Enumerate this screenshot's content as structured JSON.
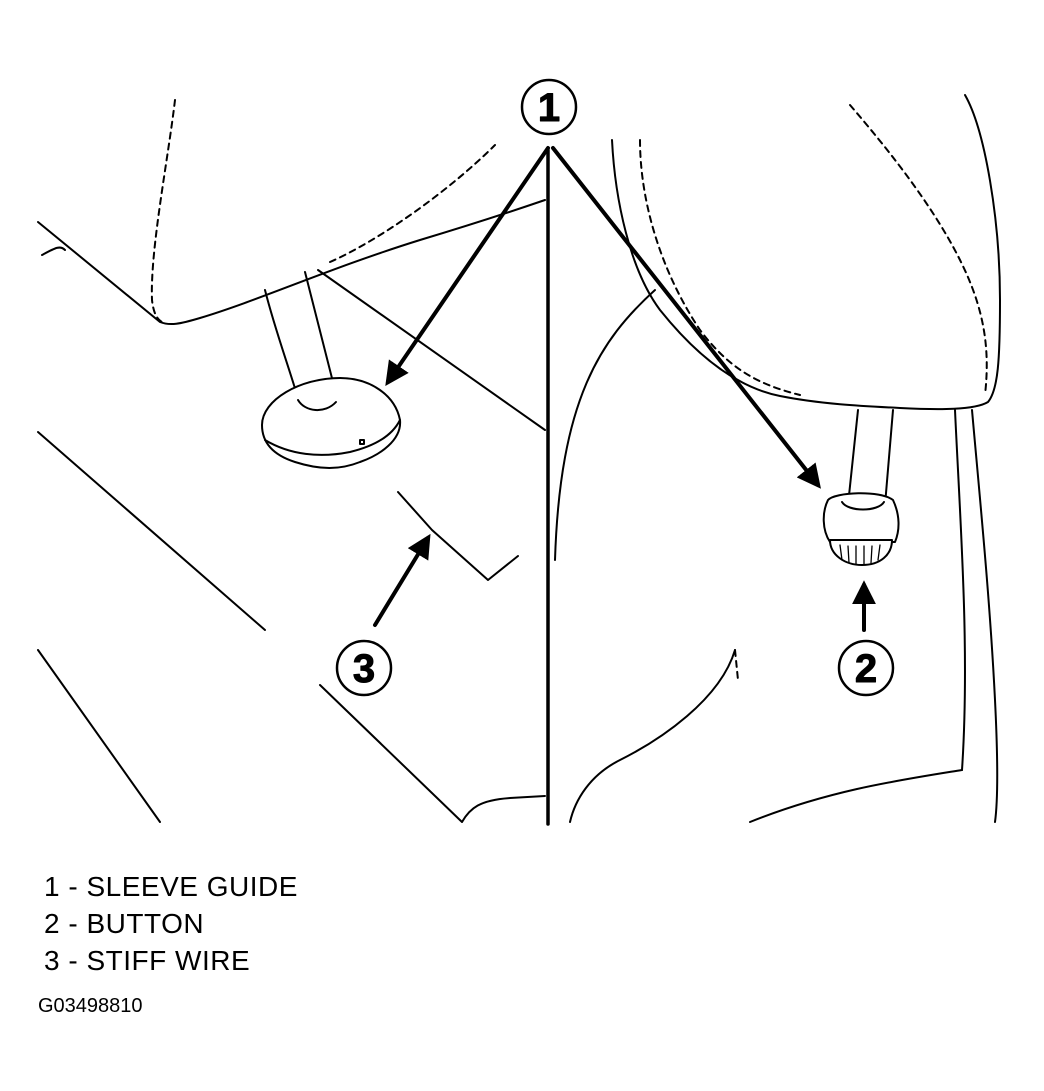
{
  "callouts": [
    {
      "number": "1",
      "label": "SLEEVE GUIDE"
    },
    {
      "number": "2",
      "label": "BUTTON"
    },
    {
      "number": "3",
      "label": "STIFF WIRE"
    }
  ],
  "legend": [
    {
      "number": "1",
      "separator": "-",
      "label": "SLEEVE GUIDE"
    },
    {
      "number": "2",
      "separator": "-",
      "label": "BUTTON"
    },
    {
      "number": "3",
      "separator": "-",
      "label": "STIFF WIRE"
    }
  ],
  "figure_id": "G03498810",
  "colors": {
    "line": "#000000",
    "background": "#ffffff"
  }
}
